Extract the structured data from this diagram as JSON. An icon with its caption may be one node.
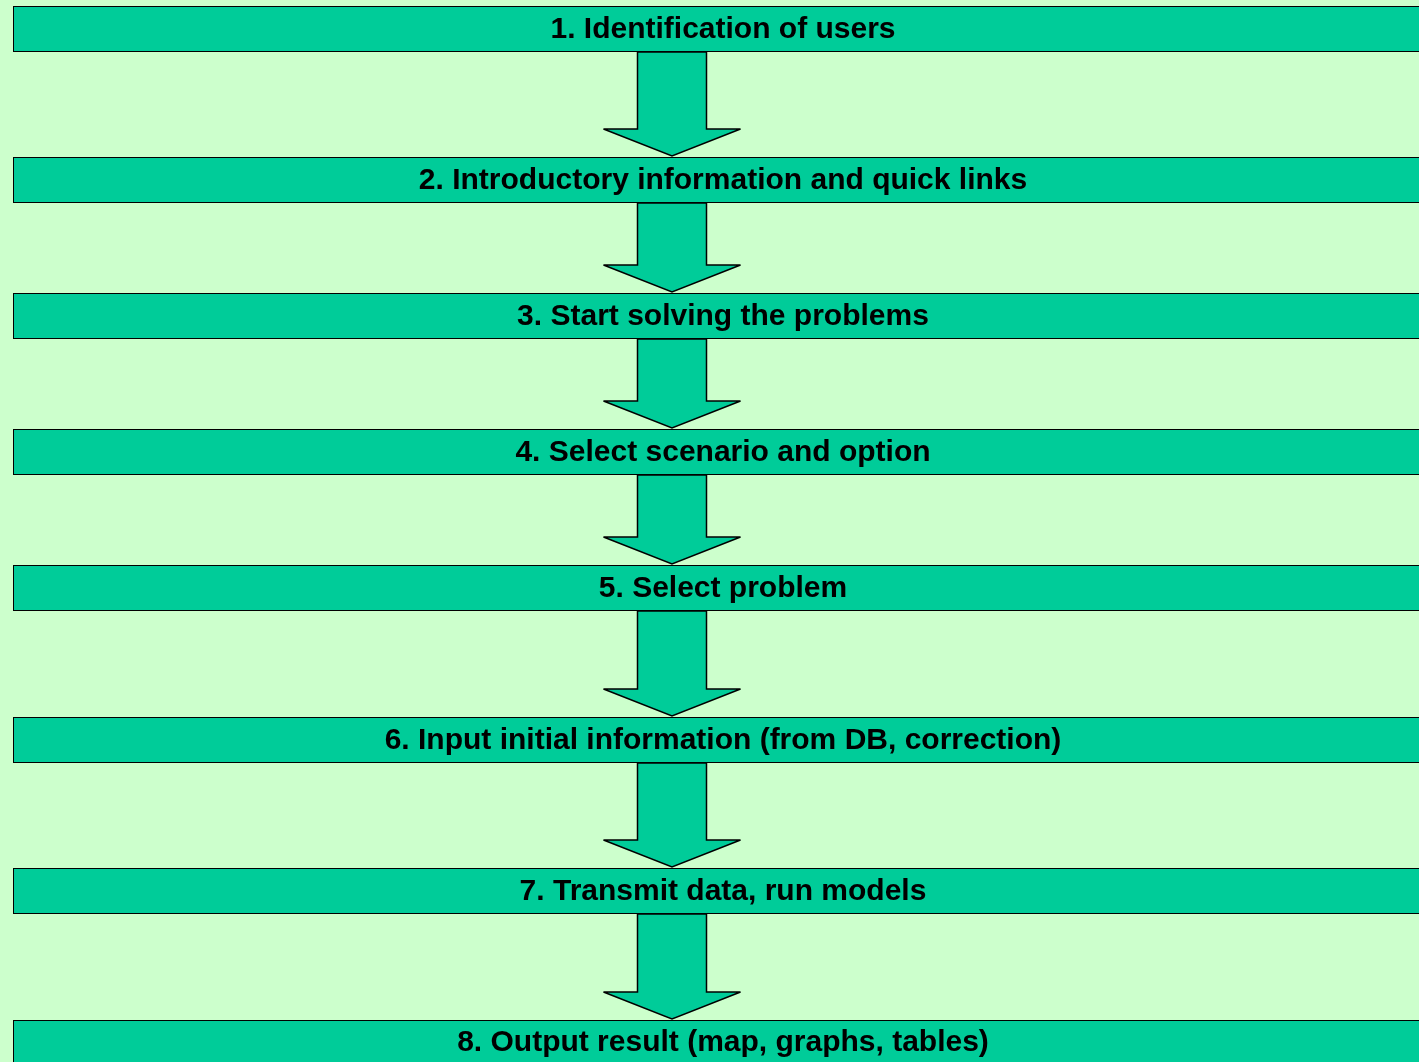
{
  "diagram": {
    "nodes": [
      {
        "text": [
          "1. Identification of users"
        ]
      },
      {
        "text": [
          "2. Introductory information and quick links"
        ]
      },
      {
        "text": [
          "3. Start solving the problems"
        ]
      },
      {
        "text": [
          "4. Select scenario and option"
        ]
      },
      {
        "text": [
          "5. Select problem"
        ]
      },
      {
        "text": [
          "6. Input initial information (from DB, correction)"
        ]
      },
      {
        "text": [
          "7. Transmit data, run models"
        ]
      },
      {
        "text": [
          "8. Output result (map, graphs, tables)"
        ]
      }
    ],
    "edges": [
      {
        "from": 0,
        "to": 1,
        "arrow": "to"
      },
      {
        "from": 1,
        "to": 2,
        "arrow": "to"
      },
      {
        "from": 2,
        "to": 3,
        "arrow": "to"
      },
      {
        "from": 3,
        "to": 4,
        "arrow": "to"
      },
      {
        "from": 4,
        "to": 5,
        "arrow": "to"
      },
      {
        "from": 5,
        "to": 6,
        "arrow": "to"
      },
      {
        "from": 6,
        "to": 7,
        "arrow": "to"
      }
    ]
  }
}
